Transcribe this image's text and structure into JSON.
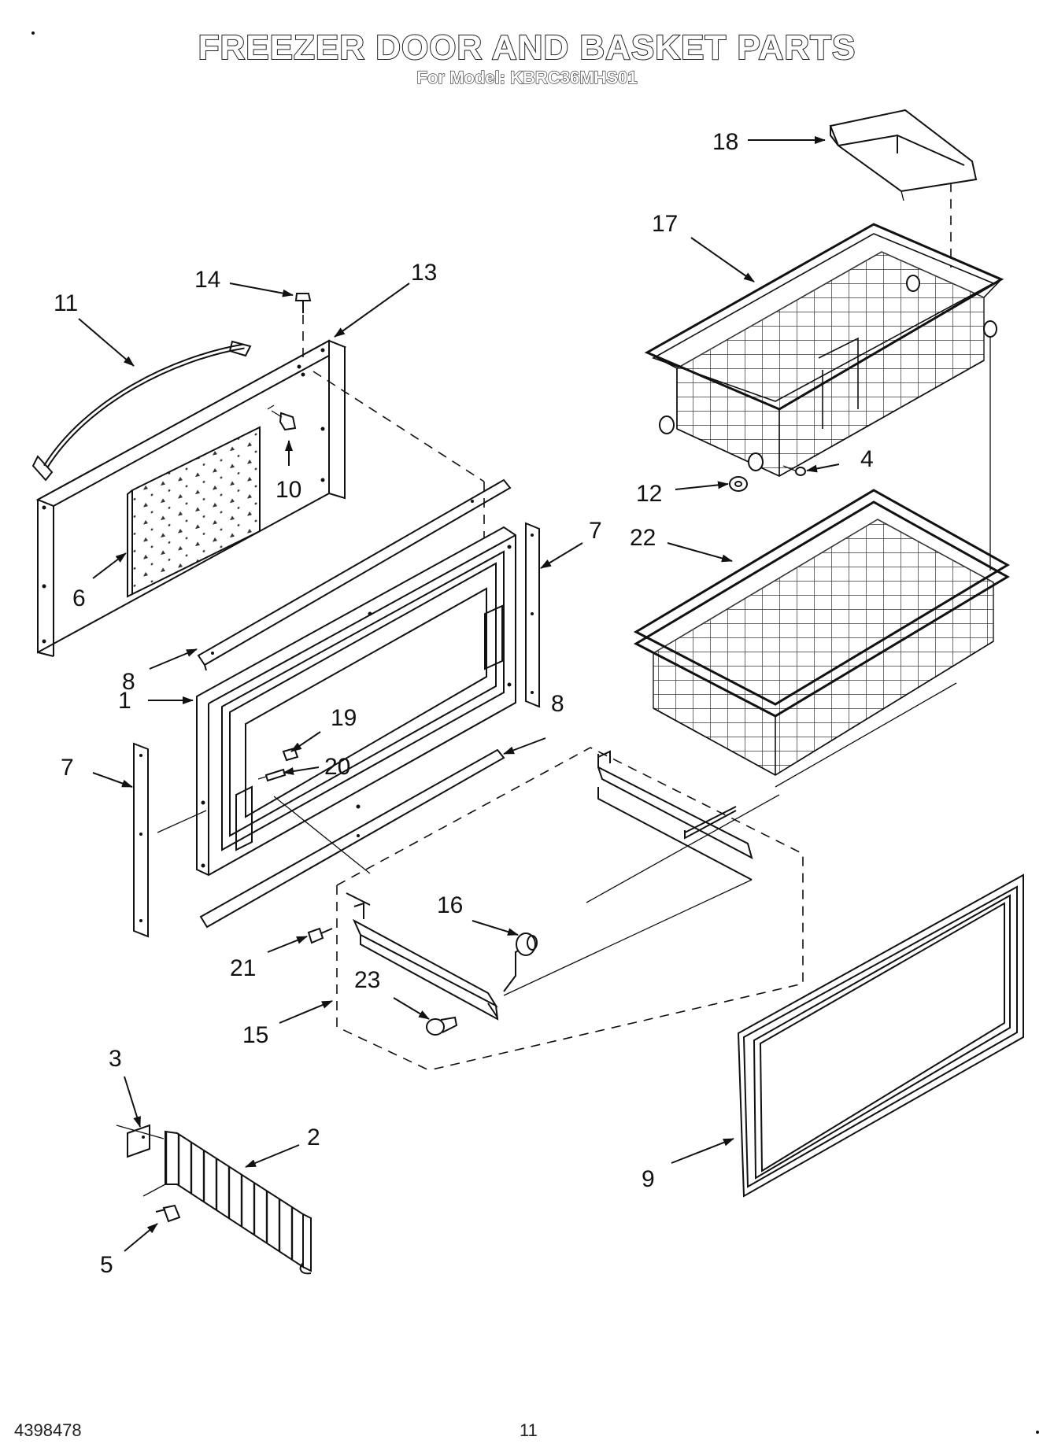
{
  "header": {
    "title": "FREEZER DOOR AND BASKET PARTS",
    "subtitle": "For Model: KBRC36MHS01"
  },
  "footer": {
    "doc_number": "4398478",
    "page_number": "11"
  },
  "callouts": {
    "c1": "1",
    "c2": "2",
    "c3": "3",
    "c4": "4",
    "c5": "5",
    "c6": "6",
    "c7a": "7",
    "c7b": "7",
    "c8a": "8",
    "c8b": "8",
    "c9": "9",
    "c10": "10",
    "c11": "11",
    "c12": "12",
    "c13": "13",
    "c14": "14",
    "c15": "15",
    "c16": "16",
    "c17": "17",
    "c18": "18",
    "c19": "19",
    "c20": "20",
    "c21": "21",
    "c22": "22",
    "c23": "23"
  }
}
